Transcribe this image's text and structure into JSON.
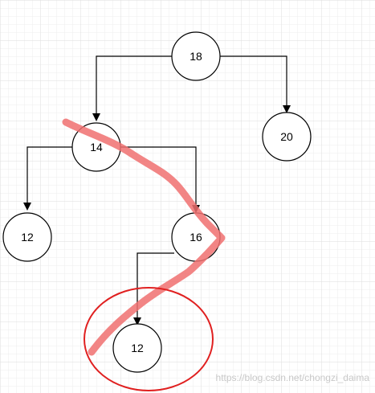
{
  "diagram": {
    "nodes": [
      {
        "id": "n18",
        "label": "18"
      },
      {
        "id": "n20",
        "label": "20"
      },
      {
        "id": "n14",
        "label": "14"
      },
      {
        "id": "n12a",
        "label": "12"
      },
      {
        "id": "n16",
        "label": "16"
      },
      {
        "id": "n12b",
        "label": "12"
      }
    ],
    "edges": [
      {
        "from": "n18",
        "to": "n14"
      },
      {
        "from": "n18",
        "to": "n20"
      },
      {
        "from": "n14",
        "to": "n12a"
      },
      {
        "from": "n14",
        "to": "n16"
      },
      {
        "from": "n16",
        "to": "n12b"
      }
    ],
    "colors": {
      "node_stroke": "#000000",
      "edge": "#000000",
      "highlight_path": "#f07070",
      "highlight_ellipse": "#e02020",
      "grid": "#e6e6e6"
    },
    "highlight_icon": "red-ellipse-icon",
    "watermark": "https://blog.csdn.net/chongzi_daima"
  }
}
